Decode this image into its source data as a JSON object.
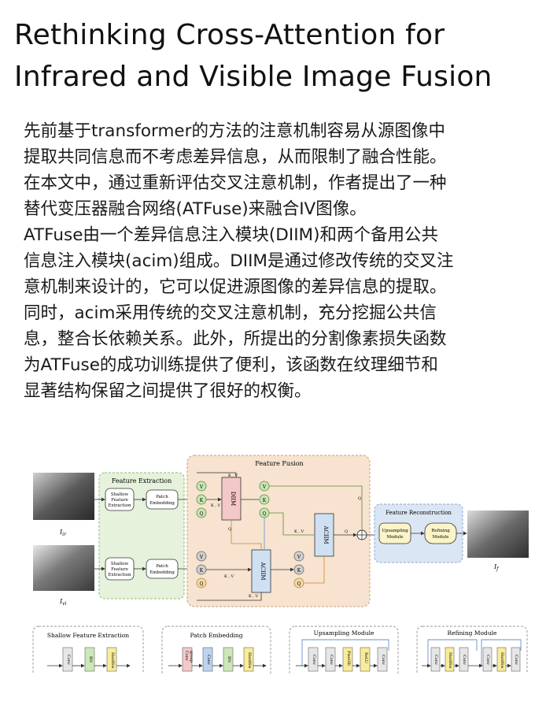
{
  "title_line1": "Rethinking Cross-Attention for",
  "title_line2": "Infrared and Visible Image Fusion",
  "paragraph": [
    "先前基于transformer的方法的注意机制容易从源图像中",
    "提取共同信息而不考虑差异信息，从而限制了融合性能。",
    "在本文中，通过重新评估交叉注意机制，作者提出了一种",
    "替代变压器融合网络(ATFuse)来融合IV图像。",
    "ATFuse由一个差异信息注入模块(DIIM)和两个备用公共",
    "信息注入模块(acim)组成。DIIM是通过修改传统的交叉注",
    "意机制来设计的，它可以促进源图像的差异信息的提取。",
    "同时，acim采用传统的交叉注意机制，充分挖掘公共信",
    "息，整合长依赖关系。此外，所提出的分割像素损失函数",
    "为ATFuse的成功训练提供了便利，该函数在纹理细节和",
    "显著结构保留之间提供了很好的权衡。"
  ],
  "figure": {
    "feature_extraction": "Feature Extraction",
    "feature_fusion": "Feature Fusion",
    "feature_reconstruction": "Feature Reconstruction",
    "shallow_1": "Shallow",
    "shallow_2": "Feature",
    "shallow_3": "Extraction",
    "patch_1": "Patch",
    "patch_2": "Embedding",
    "diim": "DIIM",
    "aciim": "ACIIM",
    "upsampling_1": "Upsampling",
    "upsampling_2": "Module",
    "refining_1": "Refining",
    "refining_2": "Module",
    "v": "V",
    "k": "K",
    "q": "Q",
    "kv": "K , V",
    "label_ir": "I",
    "label_ir_sub": "ir",
    "label_vi": "I",
    "label_vi_sub": "vi",
    "label_f": "I",
    "label_f_sub": "f",
    "detail_shallow": "Shallow Feature Extraction",
    "detail_patch": "Patch Embedding",
    "detail_upsampling": "Upsampling Module",
    "detail_refining": "Refining Module",
    "blk_conv": "Conv",
    "blk_bn": "BN",
    "blk_hardswish": "HardSw",
    "blk_group": "group",
    "blk_pixelshuffle": "PixelSh",
    "blk_relu": "ReLU"
  }
}
